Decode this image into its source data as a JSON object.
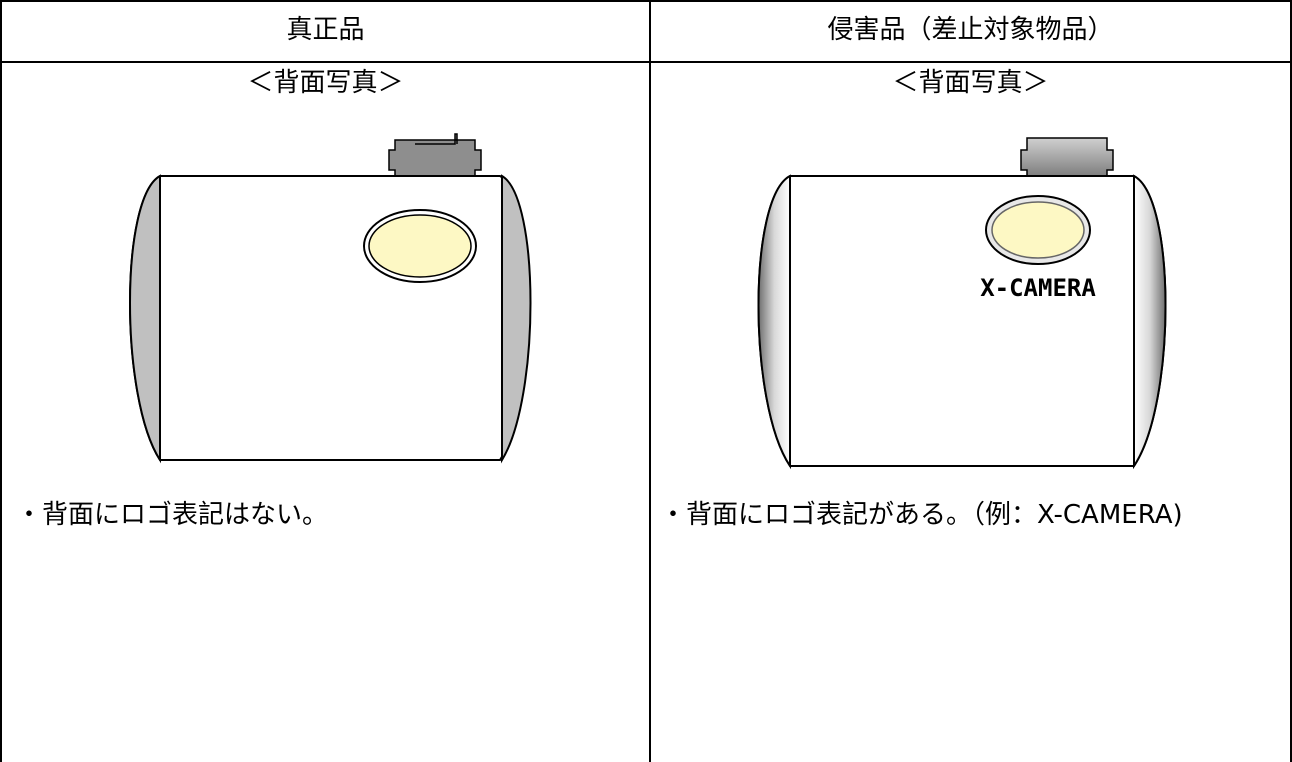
{
  "columns": [
    {
      "header": "真正品",
      "photo_label": "＜背面写真＞",
      "camera_logo": "",
      "note": "・背面にロゴ表記はない。"
    },
    {
      "header": "侵害品（差止対象物品）",
      "photo_label": "＜背面写真＞",
      "camera_logo": "X-CAMERA",
      "note": "・背面にロゴ表記がある。（例：X-CAMERA)"
    }
  ],
  "colors": {
    "border": "#000000",
    "lens_fill": "#fdf8c4",
    "grip_gray": "#c0c0c0",
    "mount_gray": "#8a8a8a"
  }
}
